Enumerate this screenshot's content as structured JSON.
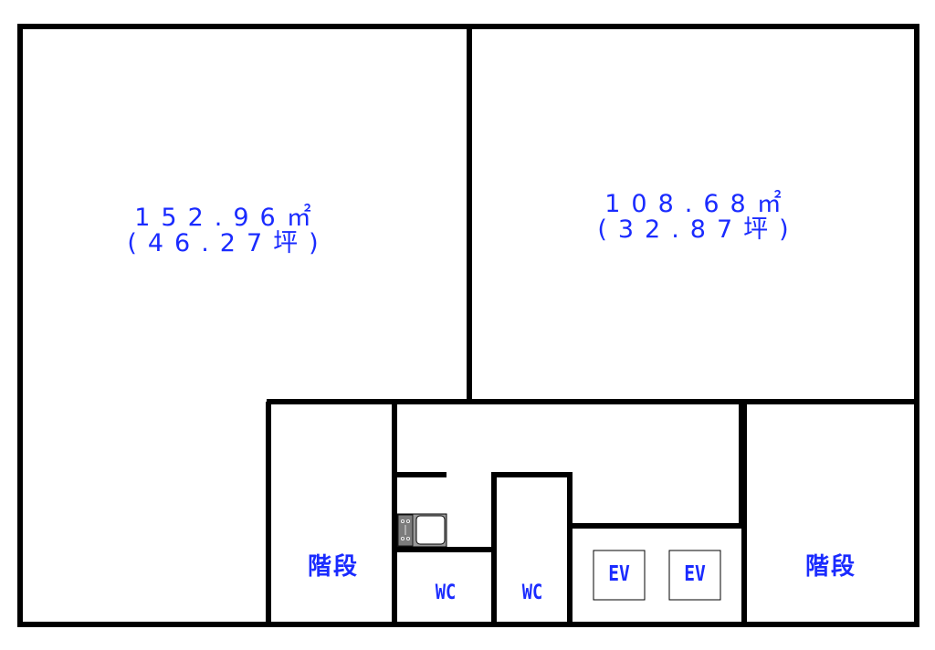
{
  "rooms": {
    "left_office": {
      "area": "152.96㎡",
      "tsubo": "(46.27坪)"
    },
    "right_office": {
      "area": "108.68㎡",
      "tsubo": "(32.87坪)"
    },
    "stairs_left": "階段",
    "stairs_right": "階段",
    "wc_left": "WC",
    "wc_right": "WC",
    "ev_left": "EV",
    "ev_right": "EV"
  },
  "colors": {
    "label": "#1a2bff",
    "wall": "#000000",
    "background": "#ffffff"
  }
}
